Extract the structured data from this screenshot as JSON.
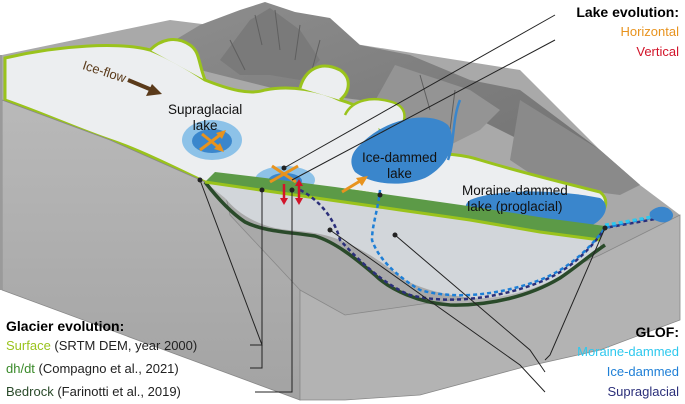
{
  "lake_evolution": {
    "title": "Lake evolution:",
    "horizontal": "Horizontal",
    "vertical": "Vertical",
    "horizontal_color": "#e8931e",
    "vertical_color": "#d2142a"
  },
  "glacier_evolution": {
    "title": "Glacier evolution:",
    "surface_key": "Surface",
    "surface_src": " (SRTM DEM, year 2000)",
    "dhdt_key": "dh/dt",
    "dhdt_src": " (Compagno et al., 2021)",
    "bedrock_key": "Bedrock",
    "bedrock_src": " (Farinotti et al., 2019)",
    "surface_color": "#9ac31c",
    "dhdt_color": "#3a8a2a",
    "bedrock_color": "#2a4a2a"
  },
  "glof": {
    "title": "GLOF:",
    "moraine": "Moraine-dammed",
    "ice": "Ice-dammed",
    "supra": "Supraglacial",
    "moraine_color": "#2ec8ee",
    "ice_color": "#1e7fd6",
    "supra_color": "#2b2f7a"
  },
  "scene": {
    "ice_flow": "Ice-flow",
    "supraglacial_lake_1": "Supraglacial",
    "supraglacial_lake_2": "lake",
    "ice_dammed_lake_1": "Ice-dammed",
    "ice_dammed_lake_2": "lake",
    "moraine_lake_1": "Moraine-dammed",
    "moraine_lake_2": "lake (proglacial)"
  }
}
